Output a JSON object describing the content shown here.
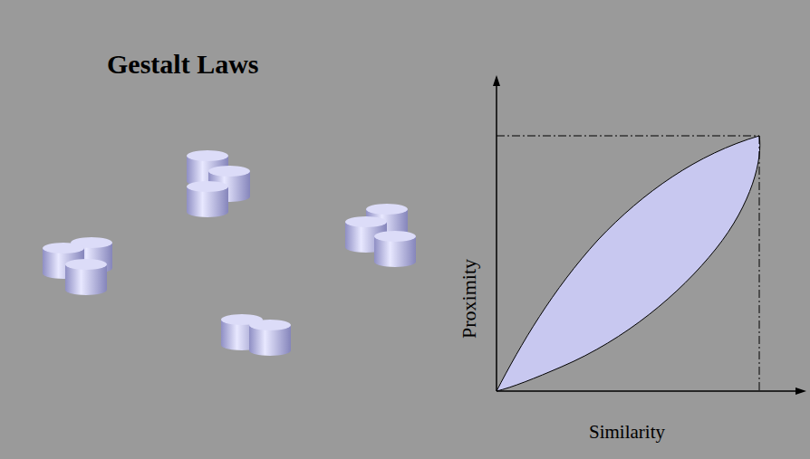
{
  "diagram": {
    "title": "Gestalt Laws",
    "labels": [
      "Proximity",
      "Similarity"
    ]
  }
}
